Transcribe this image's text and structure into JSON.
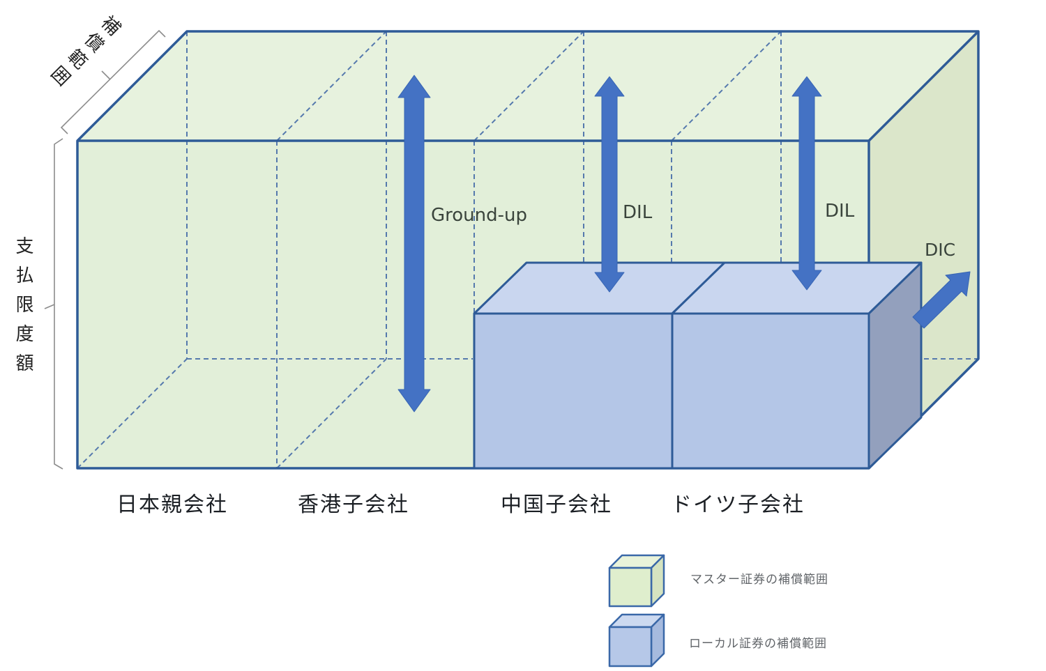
{
  "diagram": {
    "axes": {
      "coverage_scope_label": "補償範囲",
      "payment_limit_label": "支払限度額"
    },
    "companies": [
      {
        "label": "日本親会社"
      },
      {
        "label": "香港子会社"
      },
      {
        "label": "中国子会社"
      },
      {
        "label": "ドイツ子会社"
      }
    ],
    "arrows": [
      {
        "label": "Ground-up"
      },
      {
        "label": "DIL"
      },
      {
        "label": "DIL"
      },
      {
        "label": "DIC"
      }
    ],
    "legend": [
      {
        "label": "マスター証券の補償範囲",
        "swatch": "green-cube",
        "color": "#e2efd9"
      },
      {
        "label": "ローカル証券の補償範囲",
        "swatch": "blue-cube",
        "color": "#b4c6e7"
      }
    ],
    "colors": {
      "master_front": "#e2efd9",
      "master_top": "#e7f2de",
      "master_side": "#dbe6ca",
      "local_front": "#b4c6e7",
      "local_top": "#c9d6ef",
      "local_side": "#93a0bd",
      "outline": "#2e5b97",
      "dashed_line": "#5579ad",
      "arrow": "#4472c4"
    }
  }
}
